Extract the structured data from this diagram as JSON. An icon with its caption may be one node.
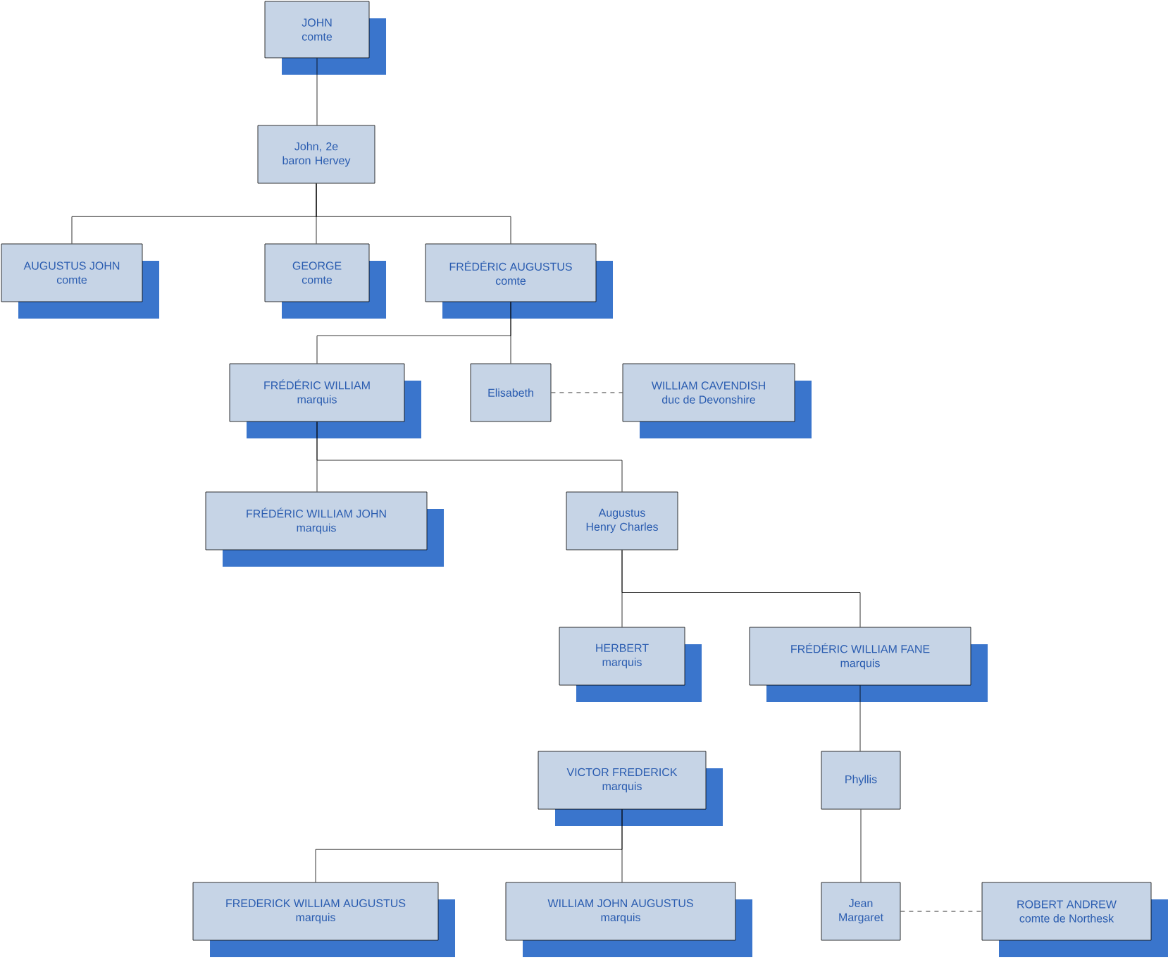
{
  "diagram": {
    "nodes": [
      {
        "text": [
          "JOHN",
          "comte"
        ]
      },
      {
        "text": [
          "John, 2e baron Hervey"
        ]
      },
      {
        "text": [
          "AUGUSTUS JOHN",
          "comte"
        ]
      },
      {
        "text": [
          "GEORGE",
          "comte"
        ]
      },
      {
        "text": [
          "FRÉDÉRIC AUGUSTUS",
          "comte"
        ]
      },
      {
        "text": [
          "FRÉDÉRIC WILLIAM",
          "marquis"
        ]
      },
      {
        "text": [
          "Elisabeth"
        ]
      },
      {
        "text": [
          "WILLIAM CAVENDISH",
          "duc de Devonshire"
        ]
      },
      {
        "text": [
          "FRÉDÉRIC WILLIAM JOHN",
          "marquis"
        ]
      },
      {
        "text": [
          "Augustus Henry Charles"
        ]
      },
      {
        "text": [
          "HERBERT",
          "marquis"
        ]
      },
      {
        "text": [
          "FRÉDÉRIC WILLIAM FANE",
          "marquis"
        ]
      },
      {
        "text": [
          "VICTOR FREDERICK",
          "marquis"
        ]
      },
      {
        "text": [
          "Phyllis"
        ]
      },
      {
        "text": [
          "FREDERICK WILLIAM AUGUSTUS",
          "marquis"
        ]
      },
      {
        "text": [
          "WILLIAM JOHN AUGUSTUS",
          "marquis"
        ]
      },
      {
        "text": [
          "Jean Margaret"
        ]
      },
      {
        "text": [
          "ROBERT ANDREW",
          "comte de Northesk"
        ]
      }
    ],
    "edges": [
      {
        "from": 0,
        "to": 1,
        "arrow": "none"
      },
      {
        "from": 1,
        "to": 2,
        "arrow": "none"
      },
      {
        "from": 1,
        "to": 3,
        "arrow": "none"
      },
      {
        "from": 1,
        "to": 4,
        "arrow": "none"
      },
      {
        "from": 4,
        "to": 5,
        "arrow": "none"
      },
      {
        "from": 4,
        "to": 6,
        "arrow": "none"
      },
      {
        "from": 6,
        "to": 7,
        "arrow": "none",
        "style": "dashed"
      },
      {
        "from": 5,
        "to": 8,
        "arrow": "none"
      },
      {
        "from": 5,
        "to": 9,
        "arrow": "none"
      },
      {
        "from": 9,
        "to": 10,
        "arrow": "none"
      },
      {
        "from": 9,
        "to": 11,
        "arrow": "none"
      },
      {
        "from": 11,
        "to": 13,
        "arrow": "none"
      },
      {
        "from": 13,
        "to": 16,
        "arrow": "none"
      },
      {
        "from": 16,
        "to": 17,
        "arrow": "none",
        "style": "dashed"
      },
      {
        "from": 12,
        "to": 14,
        "arrow": "none"
      },
      {
        "from": 12,
        "to": 15,
        "arrow": "none"
      }
    ]
  }
}
